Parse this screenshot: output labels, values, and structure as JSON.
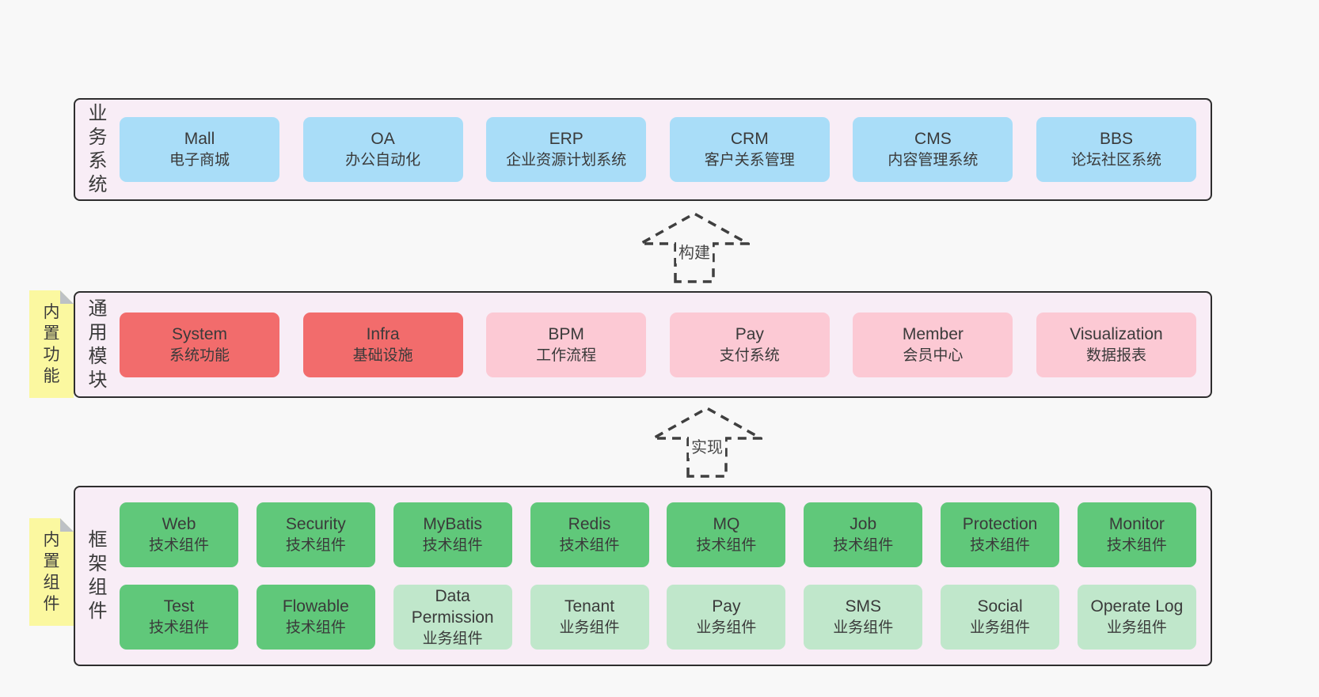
{
  "colors": {
    "page_bg": "#f8f8f8",
    "band_bg": "#f8edf6",
    "band_border": "#2e2e2e",
    "business_blue": "#a9ddf8",
    "core_red": "#f26c6c",
    "module_pink": "#fcc9d4",
    "tech_green": "#60c87a",
    "biz_green": "#c0e7cb",
    "note_yellow": "#fbf8a0"
  },
  "arrows": [
    {
      "label": "构建"
    },
    {
      "label": "实现"
    }
  ],
  "notes": [
    {
      "label": "内置功能"
    },
    {
      "label": "内置组件"
    }
  ],
  "bands": [
    {
      "label": "业务系统",
      "boxes": [
        {
          "name": "Mall",
          "desc": "电子商城"
        },
        {
          "name": "OA",
          "desc": "办公自动化"
        },
        {
          "name": "ERP",
          "desc": "企业资源计划系统"
        },
        {
          "name": "CRM",
          "desc": "客户关系管理"
        },
        {
          "name": "CMS",
          "desc": "内容管理系统"
        },
        {
          "name": "BBS",
          "desc": "论坛社区系统"
        }
      ]
    },
    {
      "label": "通用模块",
      "boxes": [
        {
          "name": "System",
          "desc": "系统功能"
        },
        {
          "name": "Infra",
          "desc": "基础设施"
        },
        {
          "name": "BPM",
          "desc": "工作流程"
        },
        {
          "name": "Pay",
          "desc": "支付系统"
        },
        {
          "name": "Member",
          "desc": "会员中心"
        },
        {
          "name": "Visualization",
          "desc": "数据报表"
        }
      ]
    },
    {
      "label": "框架组件",
      "rows": [
        [
          {
            "name": "Web",
            "desc": "技术组件"
          },
          {
            "name": "Security",
            "desc": "技术组件"
          },
          {
            "name": "MyBatis",
            "desc": "技术组件"
          },
          {
            "name": "Redis",
            "desc": "技术组件"
          },
          {
            "name": "MQ",
            "desc": "技术组件"
          },
          {
            "name": "Job",
            "desc": "技术组件"
          },
          {
            "name": "Protection",
            "desc": "技术组件"
          },
          {
            "name": "Monitor",
            "desc": "技术组件"
          }
        ],
        [
          {
            "name": "Test",
            "desc": "技术组件"
          },
          {
            "name": "Flowable",
            "desc": "技术组件"
          },
          {
            "name": "Data Permission",
            "desc": "业务组件"
          },
          {
            "name": "Tenant",
            "desc": "业务组件"
          },
          {
            "name": "Pay",
            "desc": "业务组件"
          },
          {
            "name": "SMS",
            "desc": "业务组件"
          },
          {
            "name": "Social",
            "desc": "业务组件"
          },
          {
            "name": "Operate Log",
            "desc": "业务组件"
          }
        ]
      ]
    }
  ]
}
